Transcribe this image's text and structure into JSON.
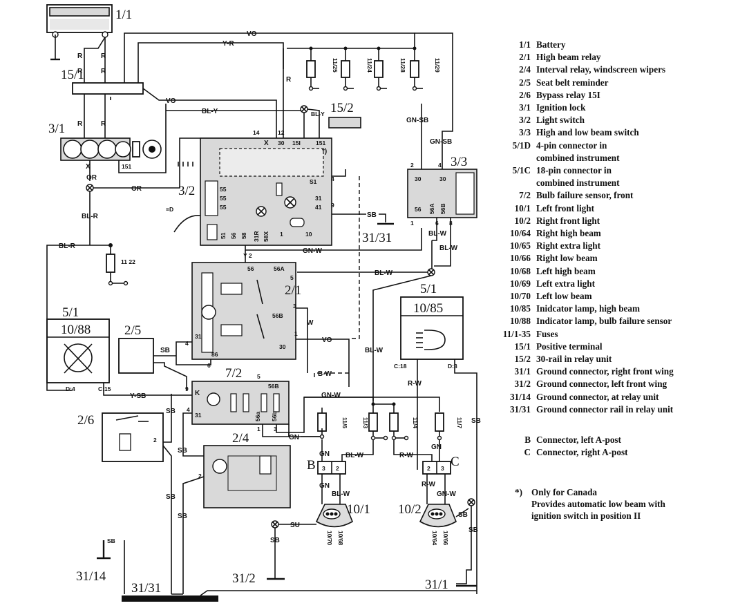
{
  "legend": [
    {
      "code": "1/1",
      "desc": "Battery"
    },
    {
      "code": "2/1",
      "desc": "High beam relay"
    },
    {
      "code": "2/4",
      "desc": "Interval relay, windscreen wipers"
    },
    {
      "code": "2/5",
      "desc": "Seat belt reminder"
    },
    {
      "code": "2/6",
      "desc": "Bypass relay 15I"
    },
    {
      "code": "3/1",
      "desc": "Ignition lock"
    },
    {
      "code": "3/2",
      "desc": "Light switch"
    },
    {
      "code": "3/3",
      "desc": "High and low beam switch"
    },
    {
      "code": "5/1D",
      "desc": "4-pin connector in"
    },
    {
      "code": "",
      "desc": "combined instrument"
    },
    {
      "code": "5/1C",
      "desc": "18-pin connector in"
    },
    {
      "code": "",
      "desc": "combined instrument"
    },
    {
      "code": "7/2",
      "desc": "Bulb failure sensor, front"
    },
    {
      "code": "10/1",
      "desc": "Left front light"
    },
    {
      "code": "10/2",
      "desc": "Right front light"
    },
    {
      "code": "10/64",
      "desc": "Right high beam"
    },
    {
      "code": "10/65",
      "desc": "Right extra light"
    },
    {
      "code": "10/66",
      "desc": "Right low beam"
    },
    {
      "code": "10/68",
      "desc": "Left high beam"
    },
    {
      "code": "10/69",
      "desc": "Left extra light"
    },
    {
      "code": "10/70",
      "desc": "Left low beam"
    },
    {
      "code": "10/85",
      "desc": "Inidcator lamp, high beam"
    },
    {
      "code": "10/88",
      "desc": "Indicator lamp, bulb failure sensor"
    },
    {
      "code": "11/1-35",
      "desc": "Fuses"
    },
    {
      "code": "15/1",
      "desc": "Positive terminal"
    },
    {
      "code": "15/2",
      "desc": "30-rail in relay unit"
    },
    {
      "code": "31/1",
      "desc": "Ground connector, right front wing"
    },
    {
      "code": "31/2",
      "desc": "Ground connector, left front wing"
    },
    {
      "code": "31/14",
      "desc": "Ground connector, at relay unit"
    },
    {
      "code": "31/31",
      "desc": "Ground connector rail in relay unit"
    }
  ],
  "connectors": [
    {
      "code": "B",
      "desc": "Connector, left A-post"
    },
    {
      "code": "C",
      "desc": "Connector, right A-post"
    }
  ],
  "note": {
    "mark": "*)",
    "line1": "Only for Canada",
    "line2": "Provides automatic low beam with",
    "line3": "ignition switch in position II"
  },
  "diagram": {
    "component_labels": {
      "battery": "1/1",
      "positive_terminal": "15/1",
      "ignition_lock": "3/1",
      "light_switch": "3/2",
      "rail_relay_unit": "15/2",
      "beam_switch": "3/3",
      "ground_rail_top": "31/31",
      "high_beam_relay": "2/1",
      "instrument_left": "5/1",
      "lamp_bulb_failure": "10/88",
      "seat_belt": "2/5",
      "instrument_right": "5/1",
      "lamp_high_beam": "10/85",
      "bulb_failure_sensor": "7/2",
      "bypass_relay": "2/6",
      "interval_relay": "2/4",
      "left_front_light": "10/1",
      "right_front_light": "10/2",
      "conn_b": "B",
      "conn_c": "C",
      "ground_14": "31/14",
      "ground_31_bottom": "31/31",
      "ground_2": "31/2",
      "ground_1": "31/1"
    },
    "wire_labels": {
      "vo_top": "VO",
      "yr": "Y-R",
      "vo_mid": "VO",
      "bly": "BL-Y",
      "bly2": "BL-Y",
      "gnsb1": "GN-SB",
      "gnsb2": "GN-SB",
      "or1": "OR",
      "or2": "OR",
      "blr1": "BL-R",
      "blr2": "BL-R",
      "sb_top": "SB",
      "gnw1": "GN-W",
      "blw1": "BL-W",
      "blw2": "BL-W",
      "blw3": "BL-W",
      "vo_relay": "VO",
      "w": "W",
      "bw": "B-W",
      "ysb": "Y-SB",
      "sb_a": "SB",
      "sb_b": "SB",
      "sb_c": "SB",
      "sb_d": "SB",
      "sb_e": "SB",
      "sb_f": "SB",
      "gnw2": "GN-W",
      "gn1": "GN",
      "gn2": "GN",
      "gn3": "GN",
      "rw1": "R-W",
      "rw2": "R-W",
      "rw3": "R-W",
      "gnw3": "GN-W",
      "sb_r": "SB",
      "sb_r2": "SB",
      "sb_g": "SB",
      "r_top": "R",
      "r1": "R",
      "r2": "R",
      "r3": "R",
      "r4": "R",
      "su": "SU",
      "blw_b": "BL-W",
      "c18": "C:18",
      "d3": "D:3",
      "d4": "D:4",
      "c15": "C:15",
      "x1": "X",
      "x2": "X"
    },
    "fuses": [
      "11/25",
      "11/24",
      "11/28",
      "11/29",
      "11/6",
      "11/3",
      "11/4",
      "11/7",
      "11 22"
    ],
    "pins": {
      "sw_14": "14",
      "sw_12": "12",
      "sw_30": "30",
      "sw_15I": "15I",
      "sw_151": "151",
      "sw_55a": "55",
      "sw_55b": "55",
      "sw_55c": "55",
      "sw_51": "51",
      "sw_56": "56",
      "sw_58": "58",
      "sw_31R": "31R",
      "sw_58X": "58X",
      "sw_1": "1",
      "sw_4": "4",
      "sw_9": "9",
      "sw_10": "10",
      "sw_S1": "S1",
      "sw_31": "31",
      "sw_41": "41",
      "ign_151": "151",
      "r_56": "56",
      "r_56A": "56A",
      "r_56B": "56B",
      "r_31": "31",
      "r_86": "86",
      "r_30": "30",
      "r_5": "5",
      "r_3": "3",
      "r_4": "4",
      "r_6": "6",
      "r_1": "1",
      "r_y2": "Y 2",
      "bs_30a": "30",
      "bs_30b": "30",
      "bs_56": "56",
      "bs_56A": "56A",
      "bs_56B": "56B",
      "bs_2": "2",
      "bs_4": "4",
      "bs_1": "1",
      "bs_6": "6",
      "bs_8": "8",
      "s_K": "K",
      "s_9": "9",
      "s_31": "31",
      "s_56B": "56B",
      "s_5": "5",
      "s_4": "4",
      "s_1": "1",
      "s_3": "3",
      "s_56a": "56a",
      "s_56b": "56b",
      "bp_2": "2",
      "ir_2": "2",
      "cb_3": "3",
      "cb_2": "2",
      "cc_2": "2",
      "cc_3": "3",
      "lamp_1070": "10/70",
      "lamp_1068": "10/68",
      "lamp_1064": "10/64",
      "lamp_1066": "10/66"
    }
  }
}
